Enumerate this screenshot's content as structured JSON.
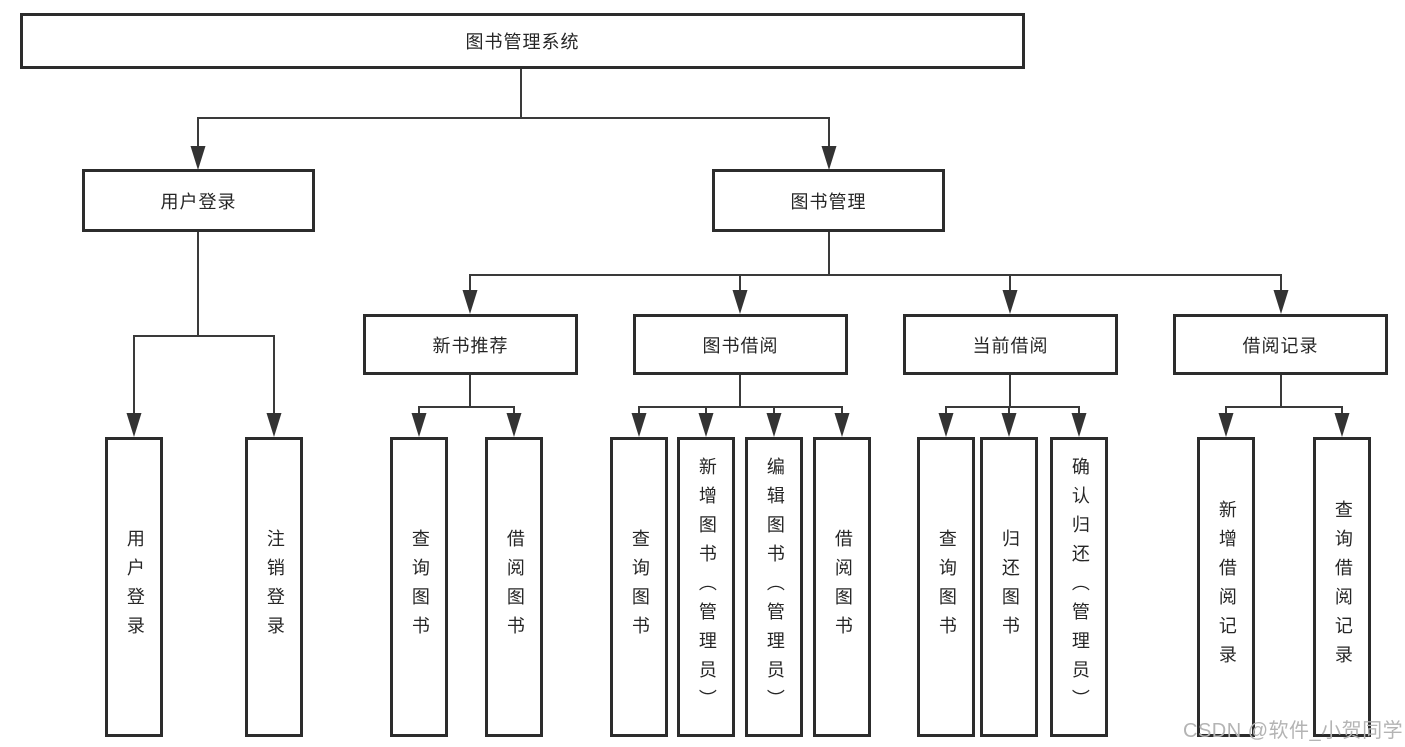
{
  "diagram": {
    "root": "图书管理系统",
    "level1": [
      {
        "label": "用户登录",
        "children": [
          "用户登录",
          "注销登录"
        ]
      },
      {
        "label": "图书管理",
        "children": [
          {
            "label": "新书推荐",
            "children": [
              "查询图书",
              "借阅图书"
            ]
          },
          {
            "label": "图书借阅",
            "children": [
              "查询图书",
              "新增图书（管理员）",
              "编辑图书（管理员）",
              "借阅图书"
            ]
          },
          {
            "label": "当前借阅",
            "children": [
              "查询图书",
              "归还图书",
              "确认归还（管理员）"
            ]
          },
          {
            "label": "借阅记录",
            "children": [
              "新增借阅记录",
              "查询借阅记录"
            ]
          }
        ]
      }
    ]
  },
  "watermark": "CSDN @软件_小贺同学",
  "colors": {
    "background": "#ffffff",
    "box_border": "#2c2c2c",
    "connector_line": "#3a3a3a",
    "text": "#262626",
    "watermark_text": "#b4b4b4"
  }
}
